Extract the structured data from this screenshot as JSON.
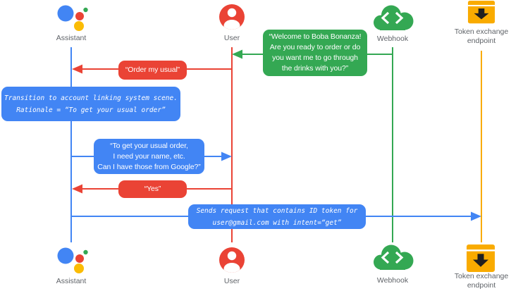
{
  "palette": {
    "blue": "#4285F4",
    "red": "#EA4335",
    "green": "#34A853",
    "yellow": "#F9AB00",
    "label_gray": "#5F6368"
  },
  "actors": [
    {
      "name": "Assistant",
      "icon": "google-assistant-icon"
    },
    {
      "name": "User",
      "icon": "user-icon"
    },
    {
      "name": "Webhook",
      "icon": "code-cloud-icon"
    },
    {
      "name": "Token exchange endpoint",
      "icon": "token-endpoint-icon"
    }
  ],
  "messages": {
    "welcome": {
      "from": "Webhook",
      "to": "User",
      "color": "#34A853",
      "lines": [
        "“Welcome to Boba Bonanza!",
        "Are you ready to order or do",
        "you want me to go through",
        "the drinks with you?”"
      ]
    },
    "order": {
      "from": "User",
      "to": "Assistant",
      "color": "#EA4335",
      "lines": [
        "“Order my usual”"
      ]
    },
    "note": {
      "on": "Assistant",
      "color": "#4285F4",
      "lines": [
        "Transition to account linking system scene.",
        "Rationale = “To get your usual order”"
      ]
    },
    "ask": {
      "from": "Assistant",
      "to": "User",
      "color": "#4285F4",
      "lines": [
        "“To get your usual order,",
        "I need your name, etc.",
        "Can I have those from Google?”"
      ]
    },
    "yes": {
      "from": "User",
      "to": "Assistant",
      "color": "#EA4335",
      "lines": [
        "“Yes”"
      ]
    },
    "sends": {
      "from": "Assistant",
      "to": "Token exchange endpoint",
      "color": "#4285F4",
      "lines": [
        "Sends request that contains ID token for",
        "user@gmail.com with intent=“get”"
      ]
    }
  }
}
